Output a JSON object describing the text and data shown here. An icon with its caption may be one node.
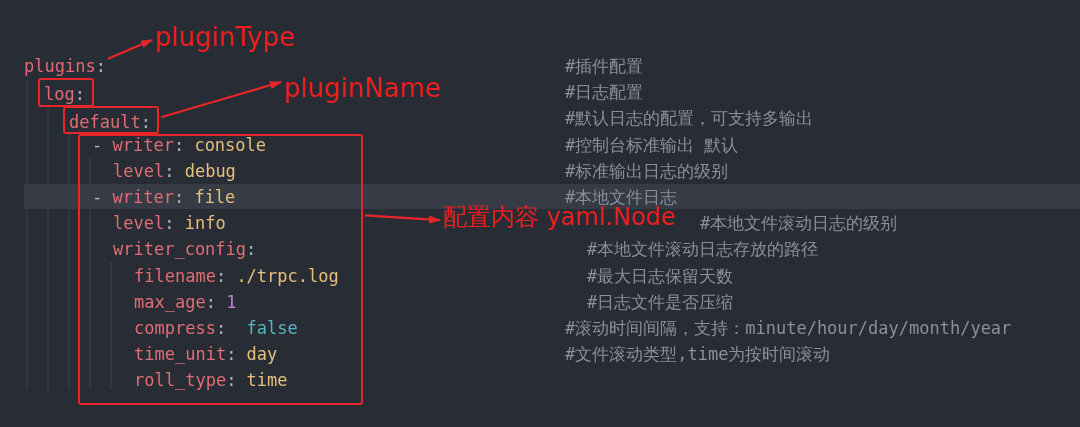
{
  "diagram": {
    "nodes": [
      {
        "text": [
          "plugins:"
        ]
      },
      {
        "text": [
          "log:"
        ]
      },
      {
        "text": [
          "default:"
        ]
      },
      {
        "text": [
          "- writer: console",
          "level: debug",
          "- writer: file",
          "level: info",
          "writer_config:",
          "filename: ./trpc.log",
          "max_age: 1",
          "compress:  false",
          "time_unit: day",
          "roll_type: time"
        ]
      },
      {
        "text": [
          "pluginType"
        ]
      },
      {
        "text": [
          "pluginName"
        ]
      },
      {
        "text": [
          "配置内容 yaml.Node"
        ]
      }
    ],
    "edges": [
      {
        "from": 0,
        "to": 4,
        "arrow": "to"
      },
      {
        "from": 2,
        "to": 5,
        "arrow": "to"
      },
      {
        "from": 3,
        "to": 6,
        "arrow": "to"
      }
    ],
    "labels": [
      "#插件配置",
      "#日志配置",
      "#默认日志的配置，可支持多输出",
      "#控制台标准输出 默认",
      "#标准输出日志的级别",
      "#本地文件日志",
      "#本地文件滚动日志的级别",
      "#本地文件滚动日志存放的路径",
      "#最大日志保留天数",
      "#日志文件是否压缩",
      "#滚动时间间隔，支持：minute/hour/day/month/year",
      "#文件滚动类型,time为按时间滚动"
    ]
  }
}
